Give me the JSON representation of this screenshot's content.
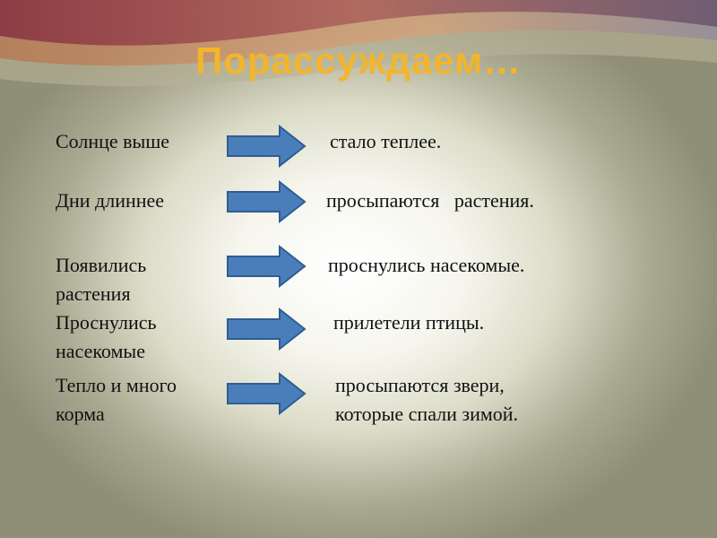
{
  "slide": {
    "title": "Порассуждаем…",
    "rows": [
      {
        "cause": "Солнце выше",
        "effect": "стало теплее."
      },
      {
        "cause": "Дни длиннее",
        "effect": "просыпаются   растения."
      },
      {
        "cause": "Появились\nрастения",
        "effect": "проснулись насекомые."
      },
      {
        "cause": "Проснулись\nнасекомые",
        "effect": "прилетели птицы."
      },
      {
        "cause": "Тепло и много\nкорма",
        "effect": "просыпаются звери,\nкоторые спали зимой."
      }
    ],
    "arrow_icon": "right-arrow-icon",
    "colors": {
      "title": "#f2b52c",
      "arrow_fill": "#4a7ebb",
      "arrow_stroke": "#2f5d92",
      "header_wave": "#7a2d3a"
    }
  }
}
